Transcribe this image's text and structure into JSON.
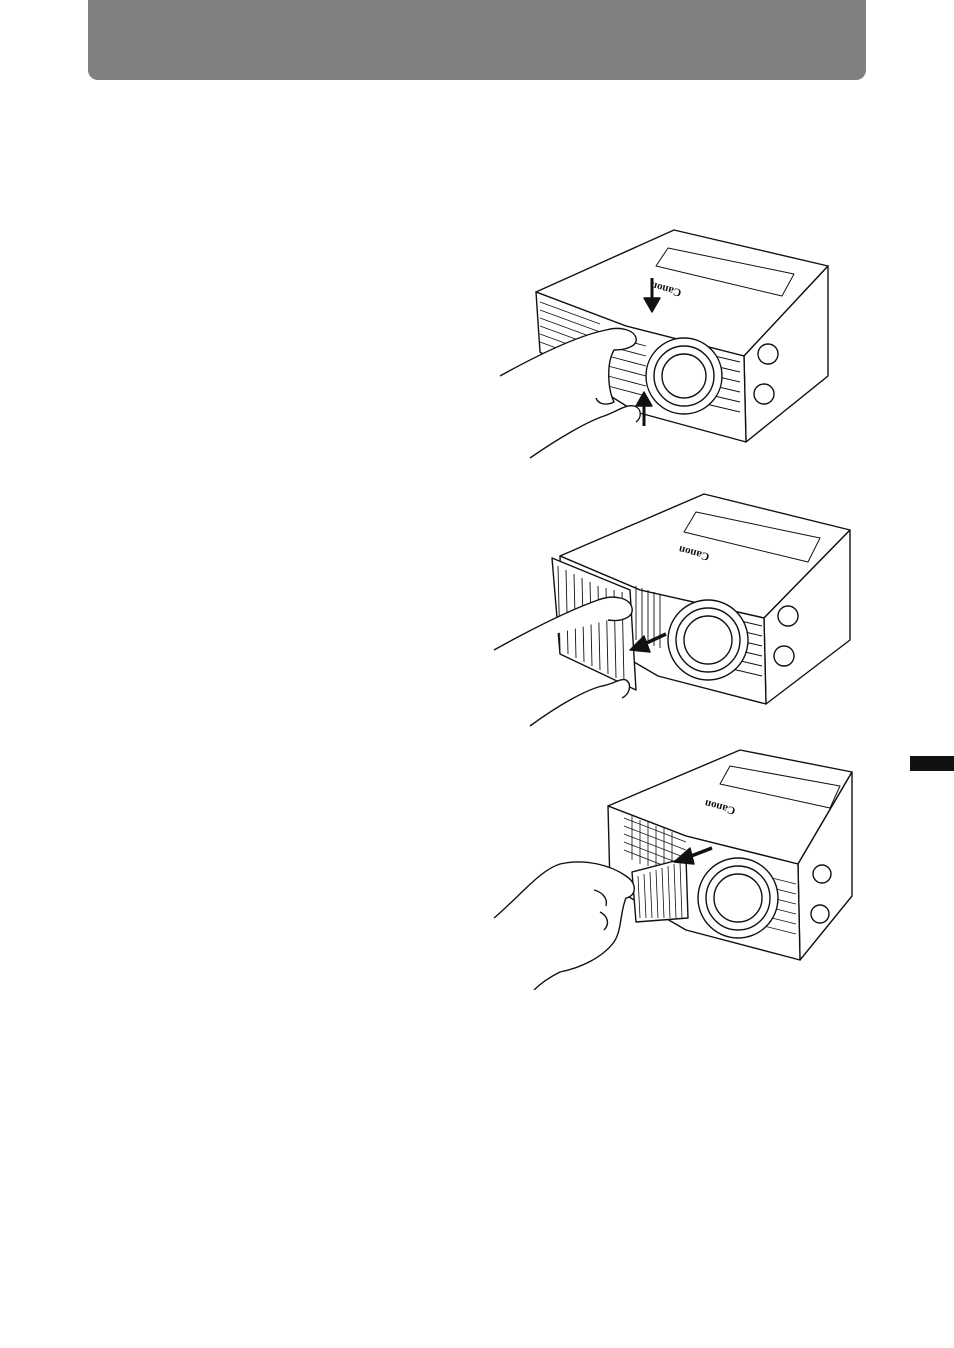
{
  "header": {
    "title": ""
  },
  "side_tab": {
    "label": ""
  },
  "figures": [
    {
      "brand_mark": "Canon"
    },
    {
      "brand_mark": "Canon"
    },
    {
      "brand_mark": "Canon"
    }
  ],
  "colors": {
    "header": "#808080",
    "tab": "#111111",
    "line": "#111111"
  }
}
